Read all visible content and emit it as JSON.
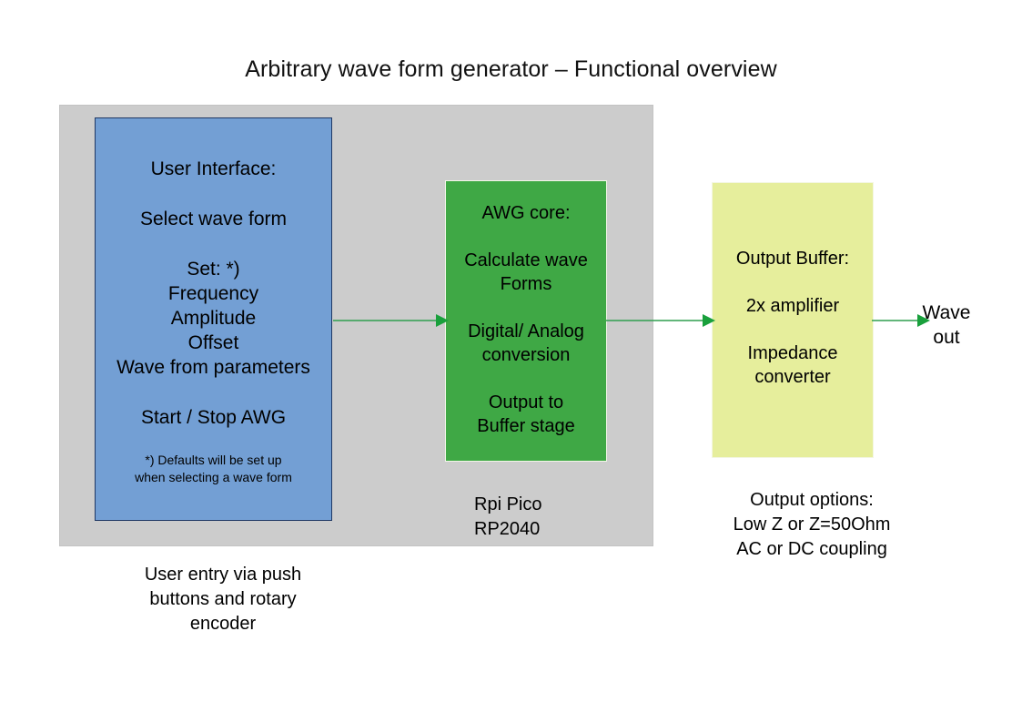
{
  "diagram": {
    "title": "Arbitrary wave form generator – Functional overview",
    "background_color": "#ffffff"
  },
  "container": {
    "name": "Rpi Pico RP2040 enclosure",
    "color": "#cccccc",
    "caption": "Rpi Pico\nRP2040"
  },
  "blocks": {
    "user_interface": {
      "color": "#739fd4",
      "border_color": "#1f3864",
      "heading": "User Interface:",
      "select": "Select wave form",
      "set_block": "Set:  *)\nFrequency\nAmplitude\nOffset\nWave from parameters",
      "start_stop": "Start / Stop AWG",
      "footnote": "*) Defaults will be set up\nwhen selecting a wave form"
    },
    "awg_core": {
      "color": "#3fa845",
      "heading": "AWG core:",
      "calculate": "Calculate wave\nForms",
      "conversion": "Digital/ Analog\nconversion",
      "output": "Output to\nBuffer stage"
    },
    "output_buffer": {
      "color": "#e6ee9c",
      "heading": "Output Buffer:",
      "amplifier": "2x amplifier",
      "impedance": "Impedance\nconverter"
    }
  },
  "captions": {
    "user_entry": "User entry via push\nbuttons and rotary\nencoder",
    "output_options": "Output options:\nLow Z or Z=50Ohm\nAC or DC coupling",
    "wave_out": "Wave\nout"
  },
  "arrows": {
    "color": "#2e9e4f",
    "ui_to_core": "User Interface to AWG core",
    "core_to_buffer": "AWG core to Output Buffer",
    "buffer_to_out": "Output Buffer to Wave out"
  }
}
